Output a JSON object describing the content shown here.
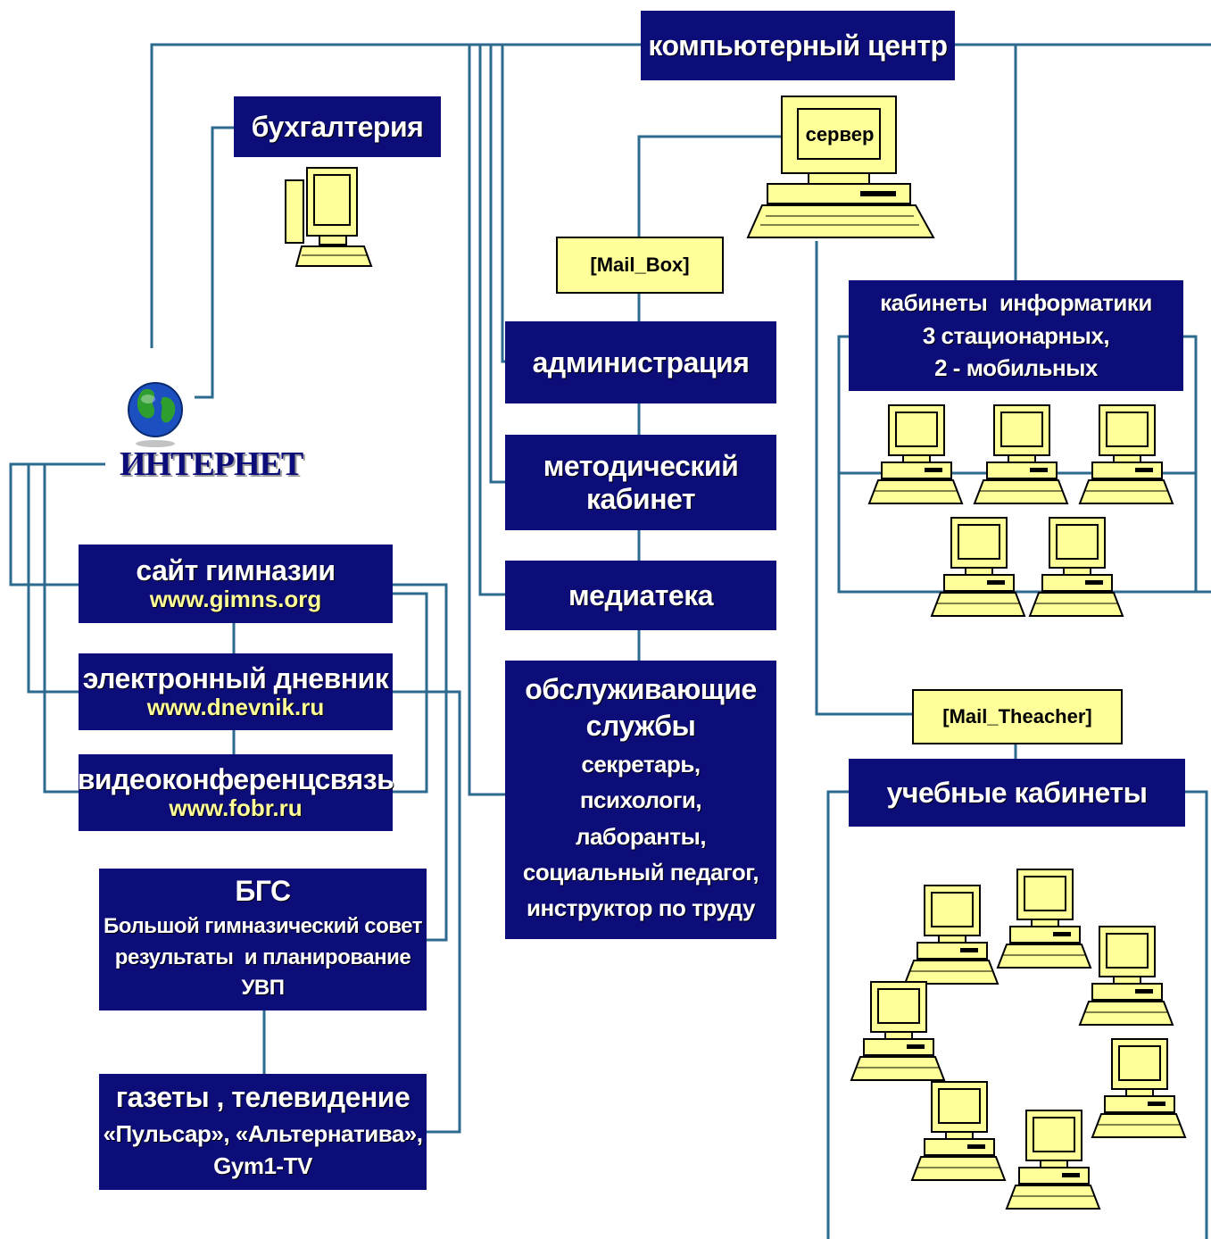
{
  "colors": {
    "box_bg": "#0d0d7a",
    "box_text": "#ffffff",
    "url_text": "#ffff9a",
    "label_bg": "#ffff9a",
    "line": "#2c6a8f",
    "pc_body": "#ffff9a"
  },
  "icons": [
    "computer-icon",
    "globe-icon"
  ],
  "computer_center": {
    "title": "компьютерный центр"
  },
  "server": {
    "label": "сервер"
  },
  "accounting": {
    "title": "бухгалтерия"
  },
  "mailbox": {
    "label": "[Mail_Box]"
  },
  "mail_teacher": {
    "label": "[Mail_Theacher]"
  },
  "internet": {
    "label": "ИНТЕРНЕТ"
  },
  "administration": {
    "title": "администрация"
  },
  "methodical": {
    "line1": "методический",
    "line2": "кабинет"
  },
  "mediateka": {
    "title": "медиатека"
  },
  "services": {
    "line1": "обслуживающие",
    "line2": "службы",
    "items": [
      "секретарь,",
      "психологи,",
      "лаборанты,",
      "социальный педагог,",
      "инструктор по труду"
    ]
  },
  "informatics": {
    "line1": "кабинеты  информатики",
    "line2": "3 стационарных,",
    "line3": "2 - мобильных"
  },
  "classrooms": {
    "title": "учебные кабинеты"
  },
  "site": {
    "title": "сайт гимназии",
    "url": "www.gimns.org"
  },
  "diary": {
    "title": "электронный дневник",
    "url": "www.dnevnik.ru"
  },
  "video": {
    "title": "видеоконференцсвязь",
    "url": "www.fobr.ru"
  },
  "bgs": {
    "title": "БГС",
    "line1": "Большой гимназический совет",
    "line2": "результаты  и планирование",
    "line3": "УВП"
  },
  "media": {
    "title": "газеты , телевидение",
    "line1": "«Пульсар», «Альтернатива»,",
    "line2": "Gym1-TV"
  }
}
